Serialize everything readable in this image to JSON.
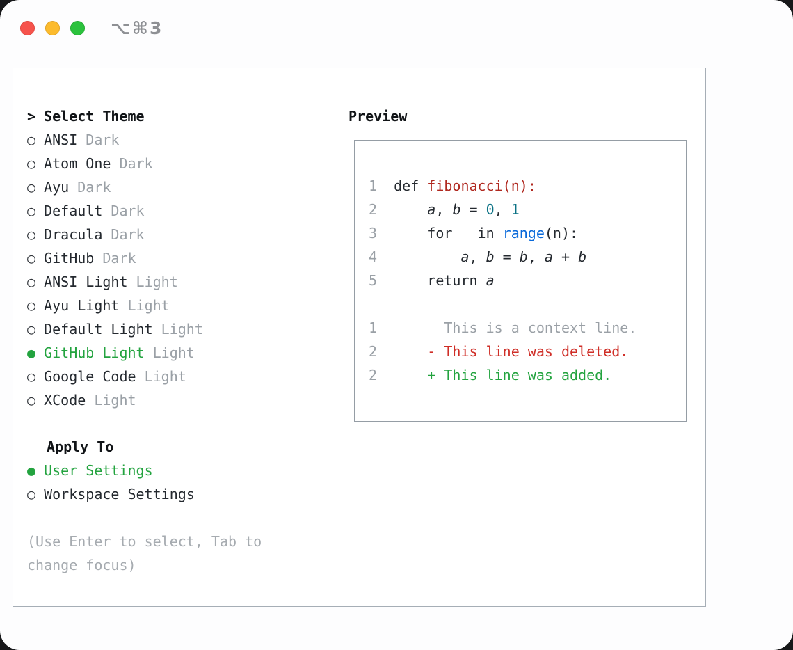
{
  "window": {
    "titlebar_shortcut": "⌥⌘3"
  },
  "selector": {
    "cursor": ">",
    "title": "Select Theme",
    "radio_unselected": "○",
    "radio_selected": "●",
    "items": [
      {
        "label": "ANSI",
        "variant": "Dark",
        "selected": false
      },
      {
        "label": "Atom One",
        "variant": "Dark",
        "selected": false
      },
      {
        "label": "Ayu",
        "variant": "Dark",
        "selected": false
      },
      {
        "label": "Default",
        "variant": "Dark",
        "selected": false
      },
      {
        "label": "Dracula",
        "variant": "Dark",
        "selected": false
      },
      {
        "label": "GitHub",
        "variant": "Dark",
        "selected": false
      },
      {
        "label": "ANSI Light",
        "variant": "Light",
        "selected": false
      },
      {
        "label": "Ayu Light",
        "variant": "Light",
        "selected": false
      },
      {
        "label": "Default Light",
        "variant": "Light",
        "selected": false
      },
      {
        "label": "GitHub Light",
        "variant": "Light",
        "selected": true
      },
      {
        "label": "Google Code",
        "variant": "Light",
        "selected": false
      },
      {
        "label": "XCode",
        "variant": "Light",
        "selected": false
      }
    ],
    "apply_to": {
      "title": "Apply To",
      "options": [
        {
          "label": "User Settings",
          "selected": true
        },
        {
          "label": "Workspace Settings",
          "selected": false
        }
      ]
    },
    "hint": "(Use Enter to select, Tab to change focus)"
  },
  "preview": {
    "title": "Preview",
    "lines": [
      {
        "num": "1",
        "tokens": [
          {
            "text": "def ",
            "cls": "plain"
          },
          {
            "text": "fibonacci(n):",
            "cls": "func"
          }
        ]
      },
      {
        "num": "2",
        "tokens": [
          {
            "text": "    ",
            "cls": "plain"
          },
          {
            "text": "a",
            "cls": "var"
          },
          {
            "text": ", ",
            "cls": "plain"
          },
          {
            "text": "b",
            "cls": "var"
          },
          {
            "text": " = ",
            "cls": "plain"
          },
          {
            "text": "0",
            "cls": "num"
          },
          {
            "text": ", ",
            "cls": "plain"
          },
          {
            "text": "1",
            "cls": "num"
          }
        ]
      },
      {
        "num": "3",
        "tokens": [
          {
            "text": "    for _ in ",
            "cls": "plain"
          },
          {
            "text": "range",
            "cls": "builtin"
          },
          {
            "text": "(n):",
            "cls": "plain"
          }
        ]
      },
      {
        "num": "4",
        "tokens": [
          {
            "text": "        ",
            "cls": "plain"
          },
          {
            "text": "a",
            "cls": "var"
          },
          {
            "text": ", ",
            "cls": "plain"
          },
          {
            "text": "b",
            "cls": "var"
          },
          {
            "text": " = ",
            "cls": "plain"
          },
          {
            "text": "b",
            "cls": "var"
          },
          {
            "text": ", ",
            "cls": "plain"
          },
          {
            "text": "a",
            "cls": "var"
          },
          {
            "text": " + ",
            "cls": "plain"
          },
          {
            "text": "b",
            "cls": "var"
          }
        ]
      },
      {
        "num": "5",
        "tokens": [
          {
            "text": "    return ",
            "cls": "plain"
          },
          {
            "text": "a",
            "cls": "var"
          }
        ]
      },
      {
        "num": "",
        "tokens": []
      },
      {
        "num": "1",
        "tokens": [
          {
            "text": "      This is a context line.",
            "cls": "context"
          }
        ]
      },
      {
        "num": "2",
        "tokens": [
          {
            "text": "    - This line was deleted.",
            "cls": "deleted"
          }
        ]
      },
      {
        "num": "2",
        "tokens": [
          {
            "text": "    + This line was added.",
            "cls": "added"
          }
        ]
      }
    ]
  },
  "colors": {
    "accent_green": "#23a33f",
    "deleted_red": "#cf2e27",
    "function_red": "#b0281f",
    "number_teal": "#0b7285",
    "builtin_blue": "#0969da",
    "muted_gray": "#9aa0a6"
  }
}
